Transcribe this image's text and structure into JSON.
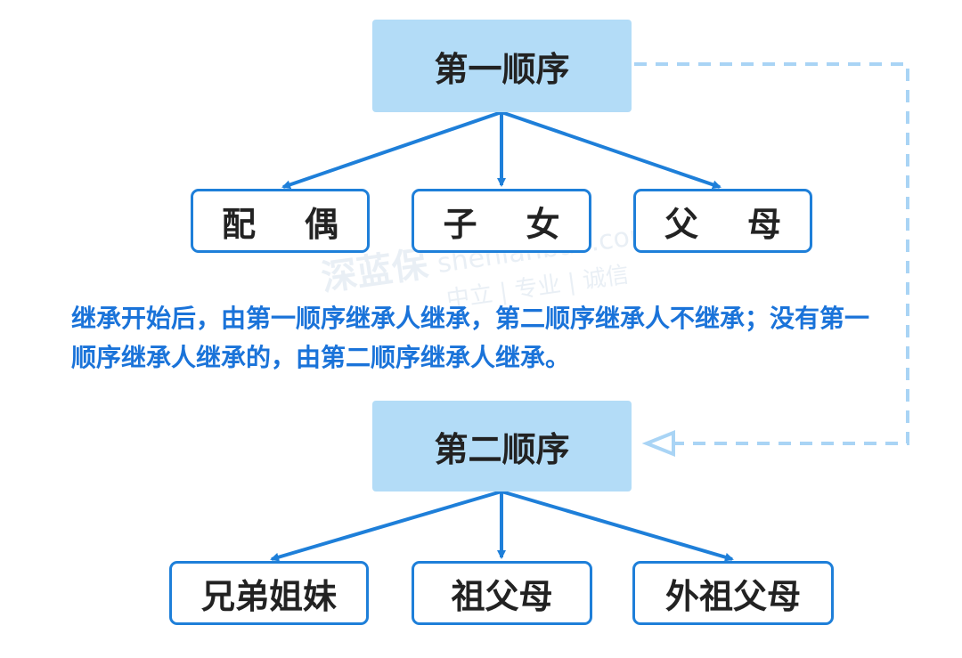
{
  "colors": {
    "order_fill": "#b3dcf7",
    "heir_border": "#1e7fd9",
    "arrow": "#1e7fd9",
    "dashed_connector": "#a9d4f5",
    "rule_text": "#1a73d9",
    "box_text": "#222222"
  },
  "first_order": {
    "title": "第一顺序",
    "heirs": [
      "配 偶",
      "子 女",
      "父 母"
    ]
  },
  "second_order": {
    "title": "第二顺序",
    "heirs": [
      "兄弟姐妹",
      "祖父母",
      "外祖父母"
    ]
  },
  "rule": {
    "text": "继承开始后，由第一顺序继承人继承，第二顺序继承人不继承；没有第一顺序继承人继承的，由第二顺序继承人继承。"
  },
  "watermark": {
    "logo": "深蓝保",
    "url": "shenlanbao.com",
    "slogan": "中立 | 专业 | 诚信"
  }
}
